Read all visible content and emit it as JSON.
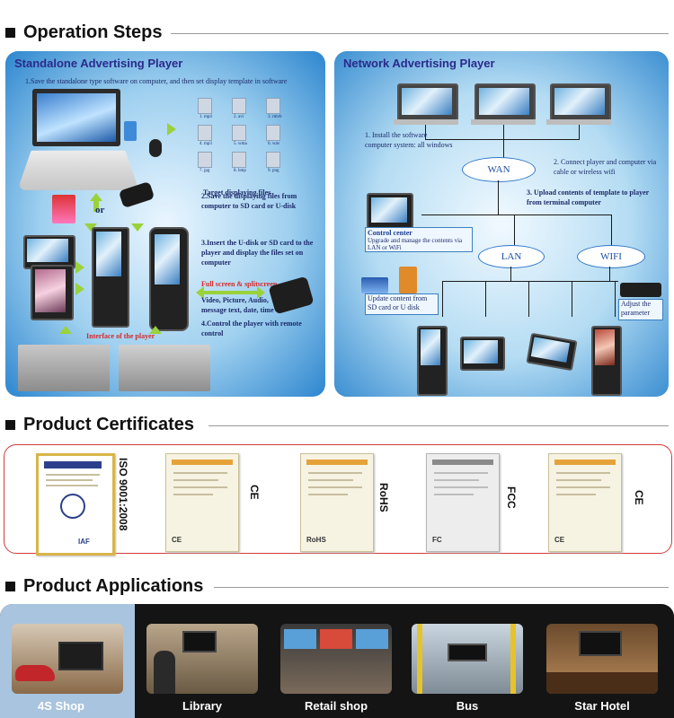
{
  "sections": {
    "operation": "Operation Steps",
    "certificates": "Product Certificates",
    "applications": "Product Applications"
  },
  "standalone": {
    "title": "Standalone Advertising Player",
    "step1": "1.Save the standalone type software on computer, and then set display template in software",
    "file_names": [
      "1. mp4",
      "2. avi",
      "3. rmvb",
      "4. mp3",
      "5. wma",
      "6. wav",
      "7. jpg",
      "8. bmp",
      "9. png"
    ],
    "target_files": "Target displaying files",
    "or": "or",
    "step2": "2.Save the displaying files from computer to SD card or U-disk",
    "step3": "3.Insert the U-disk or SD card to the player and display the files set on computer",
    "fullscreen": "Full screen & splitscreen",
    "media": "Video, Picture, Audio, message text, date, time",
    "interface": "Interface of the player",
    "step4": "4.Control the player with remote control"
  },
  "network": {
    "title": "Network Advertising Player",
    "install": "1. Install the software computer system: all windows",
    "wan": "WAN",
    "connect": "2. Connect player and computer via cable or wireless wifi",
    "upload": "3. Upload contents of template to player from terminal computer",
    "control_center": "Control center",
    "control_desc": "Upgrade and manage the contents via LAN or WiFi",
    "lan": "LAN",
    "wifi": "WIFI",
    "update": "Update content from SD card or U disk",
    "adjust": "Adjust the parameter"
  },
  "certificates": [
    {
      "label": "ISO 9001:2008",
      "mark": "IAF"
    },
    {
      "label": "CE",
      "mark": "CE"
    },
    {
      "label": "RoHS",
      "mark": "RoHS"
    },
    {
      "label": "FCC",
      "mark": "FC"
    },
    {
      "label": "CE",
      "mark": "CE"
    }
  ],
  "applications": [
    "4S Shop",
    "Library",
    "Retail shop",
    "Bus",
    "Star Hotel"
  ],
  "colors": {
    "accent_green": "#9ad23a",
    "cert_border": "#d23b3b",
    "title_blue": "#2a2a8a"
  }
}
